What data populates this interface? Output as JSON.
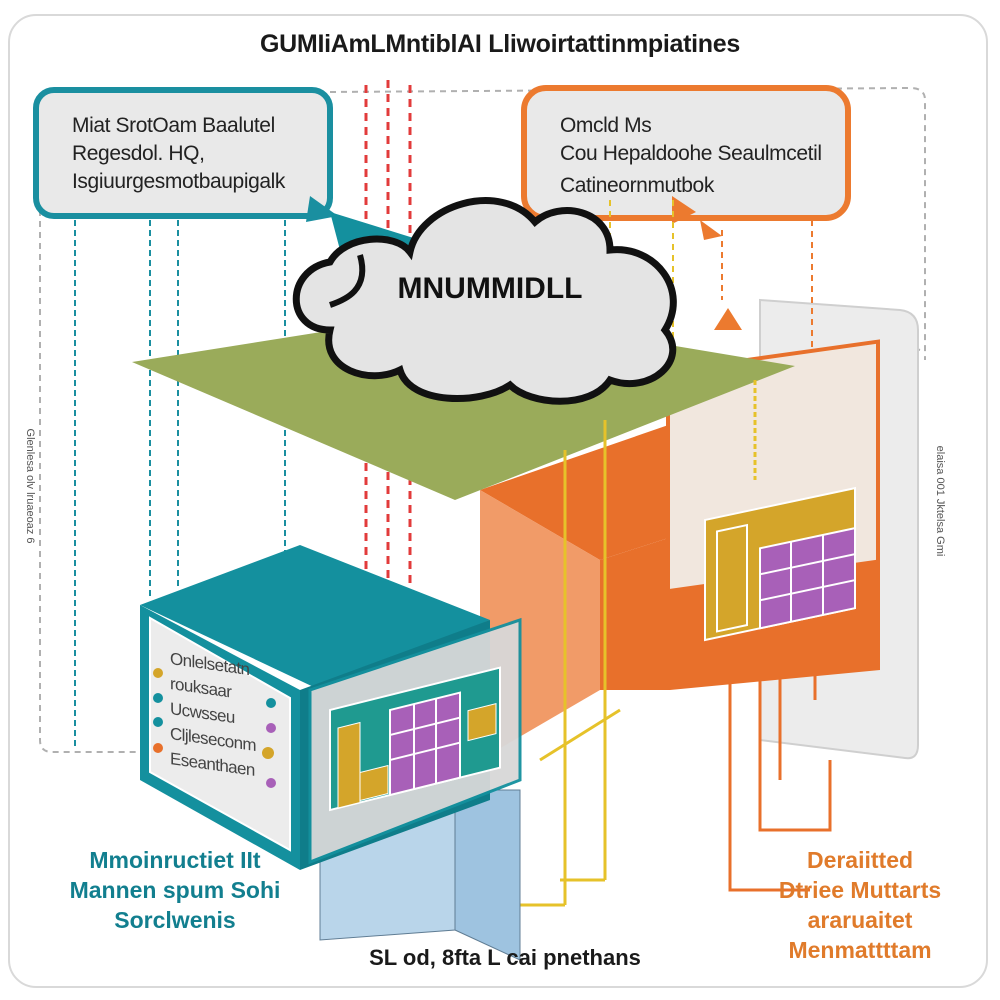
{
  "title": "GUMIiAmLMntiblAI Lliwoirtattinmpiatines",
  "top_left_box": {
    "lines": [
      "Miat SrotOam Baalutel",
      "Regesdol. HQ,",
      "Isgiuurgesmotbaupigalk"
    ],
    "color": "#1a8fa0"
  },
  "top_right_box": {
    "lines": [
      "Omcld Ms",
      "Cou Hepaldoohe Seaulmcetil",
      "Catineornmutbok"
    ],
    "color": "#ec7a2f"
  },
  "cloud": {
    "label": "MNUMMIDLL"
  },
  "left_server": {
    "legend_items": [
      "Onlelsetatn",
      "rouksaar",
      "Ucwsseu",
      "Cljleseconm",
      "Eseanthaen"
    ],
    "color": "#14909e"
  },
  "right_server": {
    "color": "#e8702b"
  },
  "platform": {
    "color": "#9aab5a"
  },
  "captions": {
    "left": [
      "Mmoinructiet IIt",
      "Mannen spum Sohi",
      "Sorclwenis"
    ],
    "right": [
      "Deraiitted",
      "Dtriee Muttarts",
      "araruaitet",
      "Menmattttam"
    ],
    "bottom": "SL od, 8fta L cai pnethans"
  },
  "side_labels": {
    "left": "Glenlesa olv lruaeoaz 6",
    "right": "elaisa 001 Jktelsa Gmi"
  },
  "colors": {
    "teal": "#14909e",
    "orange": "#e8702b",
    "green": "#9aab5a",
    "red_dashes": "#e23b3b",
    "yellow": "#e6c22a",
    "purple": "#a860b8",
    "gold": "#d4a52a",
    "blue_block": "#9ec3e0"
  }
}
